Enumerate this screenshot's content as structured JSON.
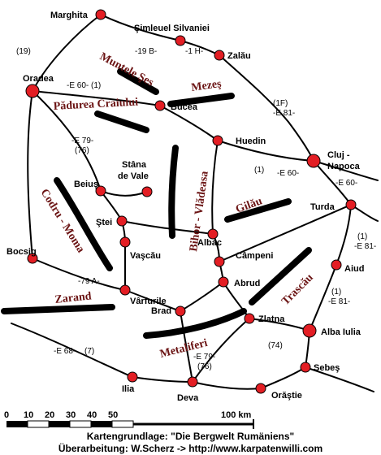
{
  "cities": {
    "marghita": "Marghita",
    "simleu": "Şimleuel Silvaniei",
    "zalau": "Zalău",
    "oradea": "Oradea",
    "bucea": "Bucea",
    "huedin": "Huedin",
    "cluj": "Cluj -",
    "cluj2": "Napoca",
    "stana": "Stâna",
    "stana2": "de Vale",
    "beius": "Beiuş",
    "stei": "Ştei",
    "vascau": "Vaşcău",
    "albac": "Albac",
    "campeni": "Câmpeni",
    "turda": "Turda",
    "aiud": "Aiud",
    "bocsig": "Bocsig",
    "varfurile": "Vârfurile",
    "abrud": "Abrud",
    "brad": "Brad",
    "zlatna": "Zlatna",
    "alba": "Alba Iulia",
    "sebes": "Sebeş",
    "ilia": "Ilia",
    "deva": "Deva",
    "orastie": "Orăştie"
  },
  "roads": {
    "r19": "(19)",
    "e60a": "-E 60- (1)",
    "b19": "-19 B-",
    "h1": "-1 H-",
    "f1": "(1F)",
    "e81a": "-E 81-",
    "e79a": "-E 79-",
    "r76a": "(76)",
    "r1": "(1)",
    "e60b": "-E 60-",
    "e60c": "-E 60-",
    "r1b": "(1)",
    "e81b": "-E 81-",
    "a79": "-79 A-",
    "r1c": "(1)",
    "e81c": "-E 81-",
    "r74": "(74)",
    "e68": "-E 68-",
    "r7": "(7)",
    "e79b": "-E 79-",
    "r76b": "(76)"
  },
  "ranges": {
    "muntele": "Muntele Şes",
    "mezes": "Mezeş",
    "padurea": "Pădurea Craiului",
    "bihor": "Bihor - Vlădeasa",
    "codru": "Codru - Moma",
    "gilau": "Gilău",
    "trascau": "Trascău",
    "zarand": "Zarand",
    "metaliferi": "Metaliferi"
  },
  "scale": {
    "t0": "0",
    "t10": "10",
    "t20": "20",
    "t30": "30",
    "t40": "40",
    "t50": "50",
    "t100": "100 km"
  },
  "credits": {
    "line1": "Kartengrundlage: \"Die Bergwelt Rumäniens\"",
    "line2": "Überarbeitung: W.Scherz -> http://www.karpatenwilli.com"
  },
  "colors": {
    "road": "#000000",
    "city": "#e31e24",
    "range": "#000000",
    "range_label": "#6b1414"
  }
}
